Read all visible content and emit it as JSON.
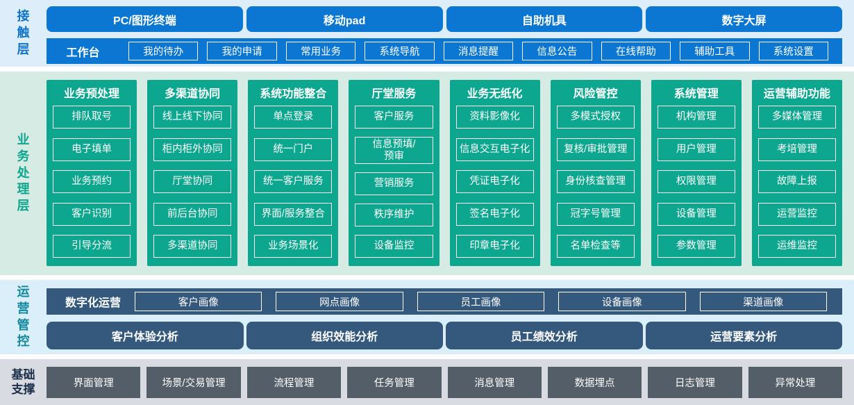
{
  "contact": {
    "label": "接触层",
    "terminals": [
      "PC/图形终端",
      "移动pad",
      "自助机具",
      "数字大屏"
    ],
    "workbench_label": "工作台",
    "workbench_items": [
      "我的待办",
      "我的申请",
      "常用业务",
      "系统导航",
      "消息提醒",
      "信息公告",
      "在线帮助",
      "辅助工具",
      "系统设置"
    ]
  },
  "business": {
    "label": "业务处理层",
    "columns": [
      {
        "title": "业务预处理",
        "items": [
          "排队取号",
          "电子填单",
          "业务预约",
          "客户识别",
          "引导分流"
        ]
      },
      {
        "title": "多渠道协同",
        "items": [
          "线上线下协同",
          "柜内柜外协同",
          "厅堂协同",
          "前后台协同",
          "多渠道协同"
        ]
      },
      {
        "title": "系统功能整合",
        "items": [
          "单点登录",
          "统一门户",
          "统一客户服务",
          "界面/服务整合",
          "业务场景化"
        ]
      },
      {
        "title": "厅堂服务",
        "items": [
          "客户服务",
          "信息预填/\n预审",
          "营销服务",
          "秩序维护",
          "设备监控"
        ]
      },
      {
        "title": "业务无纸化",
        "items": [
          "资料影像化",
          "信息交互电子化",
          "凭证电子化",
          "签名电子化",
          "印章电子化"
        ]
      },
      {
        "title": "风险管控",
        "items": [
          "多模式授权",
          "复核/审批管理",
          "身份核查管理",
          "冠字号管理",
          "名单检查等"
        ]
      },
      {
        "title": "系统管理",
        "items": [
          "机构管理",
          "用户管理",
          "权限管理",
          "设备管理",
          "参数管理"
        ]
      },
      {
        "title": "运营辅助功能",
        "items": [
          "多媒体管理",
          "考培管理",
          "故障上报",
          "运营监控",
          "运维监控"
        ]
      }
    ]
  },
  "operations": {
    "label": "运营管控",
    "digital_label": "数字化运营",
    "portraits": [
      "客户画像",
      "网点画像",
      "员工画像",
      "设备画像",
      "渠道画像"
    ],
    "analyses": [
      "客户体验分析",
      "组织效能分析",
      "员工绩效分析",
      "运营要素分析"
    ]
  },
  "foundation": {
    "label": "基础\n支撑",
    "items": [
      "界面管理",
      "场景/交易管理",
      "流程管理",
      "任务管理",
      "消息管理",
      "数据埋点",
      "日志管理",
      "异常处理"
    ]
  },
  "colors": {
    "accent_blue": "#0b77d2",
    "teal_green": "#0ca78e",
    "slate_blue": "#35597c",
    "dark_gray": "#545e68",
    "bg_light_blue": "#ddeefa",
    "bg_light_green": "#d6ebe3",
    "bg_ops_blue": "#dbeffa",
    "bg_gray": "#d8dbe1",
    "label_blue": "#1273cb",
    "label_teal": "#13899e",
    "label_navy": "#1d3049"
  }
}
